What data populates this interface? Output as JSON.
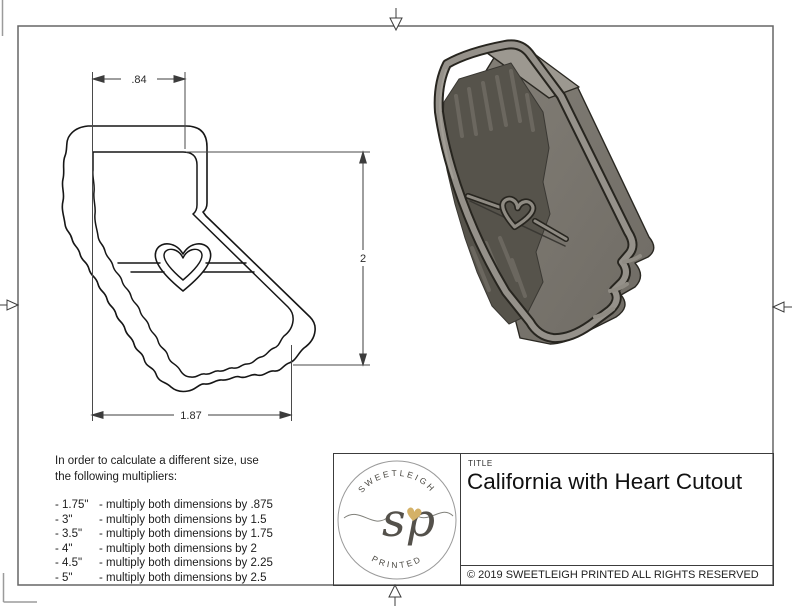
{
  "sheet": {
    "background": "#ffffff",
    "border_color": "#666666"
  },
  "drawing_2d": {
    "name": "california-with-heart-cutter-outline",
    "line_color": "#161616",
    "dimensions": {
      "top_width": ".84",
      "right_height": "2",
      "bottom_width": "1.87"
    }
  },
  "render_3d": {
    "name": "california-cutter-3d-model",
    "colors": {
      "top_face": "#9c9890",
      "rim": "#95918a",
      "plate": "#7b776f",
      "cavity": "#56534b",
      "ribs": "#6e6a62",
      "outline": "#2a2822"
    }
  },
  "instructions": {
    "intro": [
      "In order to calculate a different size, use",
      "the following multipliers:"
    ],
    "rows": [
      {
        "size": "- 1.75\"",
        "rule": "- multiply both dimensions by .875"
      },
      {
        "size": "- 3\"",
        "rule": "- multiply both dimensions by 1.5"
      },
      {
        "size": "- 3.5\"",
        "rule": "- multiply both dimensions by 1.75"
      },
      {
        "size": "- 4\"",
        "rule": "- multiply both dimensions by 2"
      },
      {
        "size": "- 4.5\"",
        "rule": "- multiply both dimensions by 2.25"
      },
      {
        "size": "- 5\"",
        "rule": "- multiply both dimensions by 2.5"
      }
    ]
  },
  "title_block": {
    "title_label": "TITLE",
    "title": "California with Heart Cutout",
    "copyright": "© 2019  SWEETLEIGH PRINTED  ALL RIGHTS RESERVED"
  },
  "logo": {
    "arc_top": "SWEETLEIGH",
    "arc_bottom": "PRINTED",
    "monogram": "sp",
    "heart_color": "#d4b167"
  }
}
